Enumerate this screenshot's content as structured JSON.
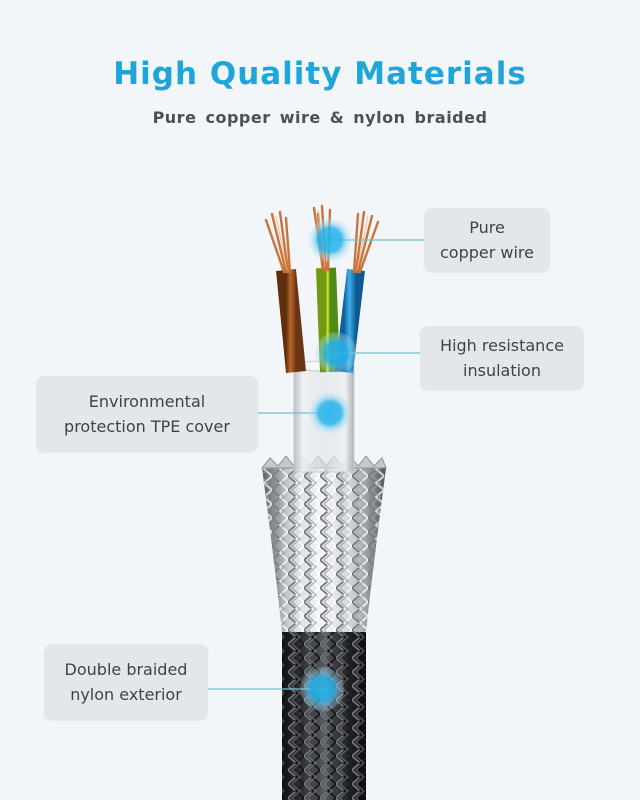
{
  "header": {
    "title": "High Quality Materials",
    "subtitle": "Pure copper wire  &  nylon braided"
  },
  "callouts": {
    "copper": {
      "line1": "Pure",
      "line2": "copper wire"
    },
    "insulation": {
      "line1": "High resistance",
      "line2": "insulation"
    },
    "tpe": {
      "line1": "Environmental",
      "line2": "protection TPE cover"
    },
    "nylon": {
      "line1": "Double braided",
      "line2": "nylon exterior"
    }
  },
  "colors": {
    "title": "#1fa6d8",
    "accent_dot": "#2ab4ec",
    "background": "#f3f6f9",
    "wire_brown": "#8a4a1c",
    "wire_green_yellow": "#b9d21a",
    "wire_blue": "#1e8fcf",
    "copper": "#c8743a"
  }
}
